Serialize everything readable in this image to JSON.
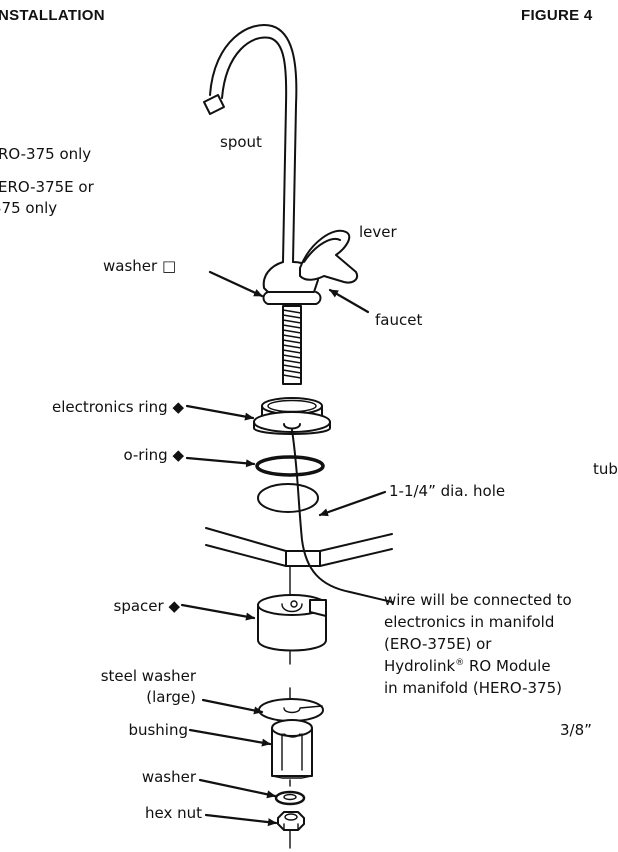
{
  "header": {
    "left": "NSTALLATION",
    "right": "FIGURE 4"
  },
  "legend": {
    "line1": "RO-375 only",
    "line2": "ERO-375E or",
    "line3": "375 only"
  },
  "labels": {
    "spout": "spout",
    "lever": "lever",
    "washer_top": "washer",
    "faucet": "faucet",
    "electronics_ring": "electronics ring",
    "o_ring": "o-ring",
    "hole": "1-1/4” dia. hole",
    "tub": "tub",
    "spacer": "spacer",
    "steel_washer_1": "steel washer",
    "steel_washer_2": "(large)",
    "bushing": "bushing",
    "washer_bottom": "washer",
    "hex_nut": "hex nut",
    "wire_1": "wire will be connected to",
    "wire_2": "electronics in manifold",
    "wire_3": "(ERO-375E) or",
    "wire_4a": "Hydrolink",
    "wire_4sup": "®",
    "wire_4b": " RO Module",
    "wire_5": "in manifold (HERO-375)",
    "size_38": "3/8”"
  },
  "symbols": {
    "square": "□",
    "diamond": "◆"
  }
}
